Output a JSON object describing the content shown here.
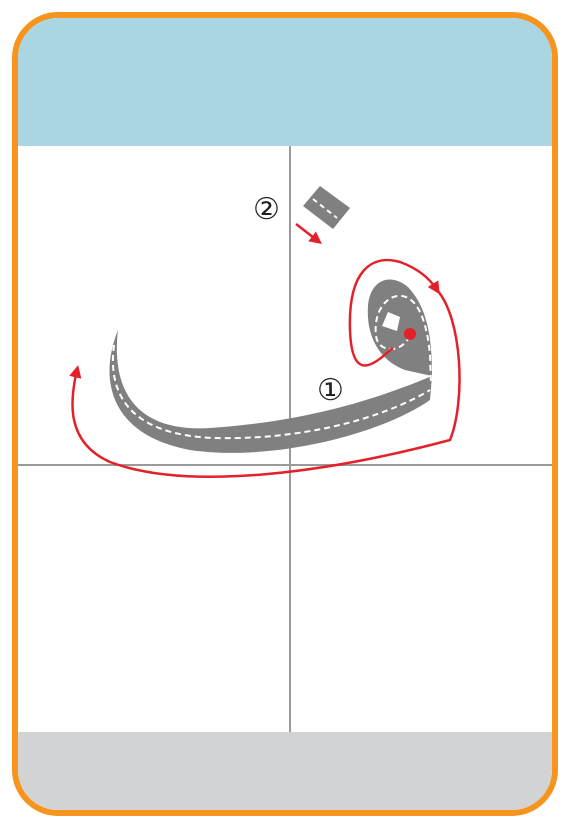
{
  "steps": [
    {
      "number": "1",
      "label": "①"
    },
    {
      "number": "2",
      "label": "②"
    }
  ],
  "colors": {
    "frame": "#f7941d",
    "header": "#aad6e3",
    "footer": "#d1d3d4",
    "letter": "#808080",
    "arrow": "#e3212b",
    "guide": "#9a9a9a"
  },
  "icons": [
    "stroke-direction-arrow",
    "start-point-dot",
    "dot-stroke"
  ]
}
